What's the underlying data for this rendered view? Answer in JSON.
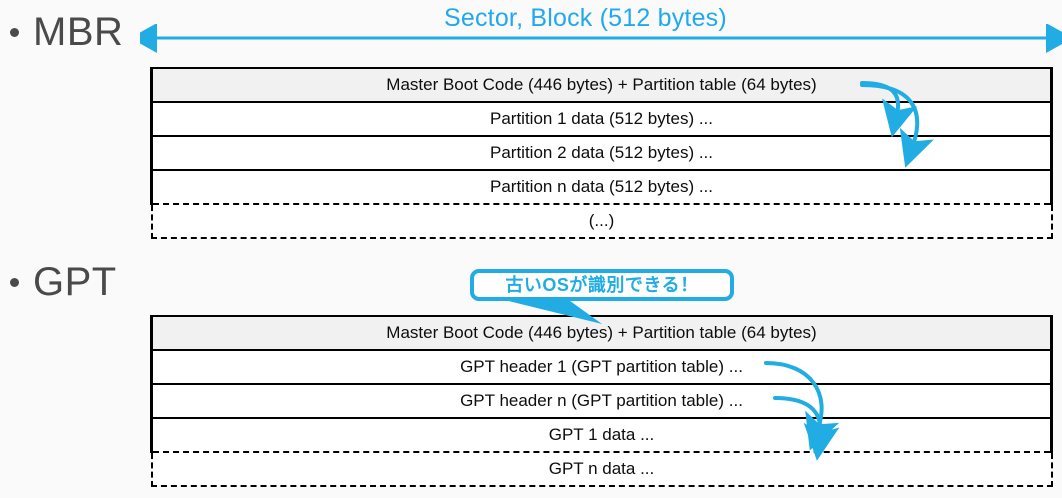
{
  "theme": {
    "background": "#fafafa",
    "accent_blue": "#21ace3",
    "heading_color": "#4a4a4a",
    "table_header_fill": "#f1f1f1",
    "table_border": "#000000"
  },
  "sections": [
    {
      "id": "mbr",
      "heading": "MBR",
      "measure": {
        "label": "Sector, Block (512 bytes)",
        "arrow": "double-headed-horizontal"
      },
      "rows": [
        {
          "label": "Master Boot Code (446 bytes) + Partition table (64 bytes)",
          "style": "header"
        },
        {
          "label": "Partition 1 data (512 bytes) ...",
          "style": "solid"
        },
        {
          "label": "Partition 2 data (512 bytes) ...",
          "style": "solid"
        },
        {
          "label": "Partition n data (512 bytes) ...",
          "style": "solid-dashed-bottom"
        },
        {
          "label": "(...)",
          "style": "dashed"
        }
      ],
      "connectors": [
        {
          "from_row": 0,
          "to_row": 1
        },
        {
          "from_row": 0,
          "to_row": 2
        }
      ]
    },
    {
      "id": "gpt",
      "heading": "GPT",
      "callout": {
        "text": "古いOSが識別できる！",
        "points_to_row": 0
      },
      "rows": [
        {
          "label": "Master Boot Code (446 bytes) + Partition table (64 bytes)",
          "style": "header"
        },
        {
          "label": "GPT header 1 (GPT partition table) ...",
          "style": "solid"
        },
        {
          "label": "GPT header n (GPT partition table) ...",
          "style": "solid"
        },
        {
          "label": "GPT 1 data ...",
          "style": "solid-dashed-bottom"
        },
        {
          "label": "GPT n data ...",
          "style": "dashed"
        }
      ],
      "connectors": [
        {
          "from_row": 1,
          "to_row": 3
        },
        {
          "from_row": 2,
          "to_row": 4
        }
      ]
    }
  ]
}
